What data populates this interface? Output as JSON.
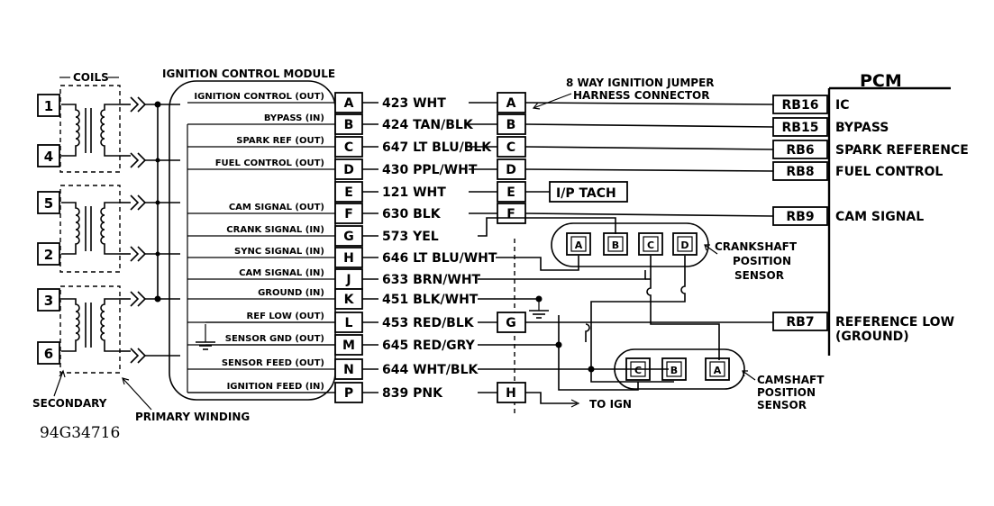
{
  "labels": {
    "coils": "COILS",
    "icm": "IGNITION CONTROL MODULE",
    "jumper_line1": "8 WAY IGNITION JUMPER",
    "jumper_line2": "HARNESS CONNECTOR",
    "pcm": "PCM",
    "secondary": "SECONDARY",
    "primary": "PRIMARY WINDING",
    "tach": "I/P TACH",
    "to_ign": "TO IGN",
    "crank_line1": "CRANKSHAFT",
    "crank_line2": "POSITION",
    "crank_line3": "SENSOR",
    "cam_line1": "CAMSHAFT",
    "cam_line2": "POSITION",
    "cam_line3": "SENSOR",
    "figure_id": "94G34716"
  },
  "coils": [
    "1",
    "4",
    "5",
    "2",
    "3",
    "6"
  ],
  "icm_pins": [
    {
      "pin": "A",
      "signal": "IGNITION CONTROL (OUT)",
      "wire": "423 WHT"
    },
    {
      "pin": "B",
      "signal": "BYPASS (IN)",
      "wire": "424 TAN/BLK"
    },
    {
      "pin": "C",
      "signal": "SPARK REF (OUT)",
      "wire": "647 LT BLU/BLK"
    },
    {
      "pin": "D",
      "signal": "FUEL CONTROL (OUT)",
      "wire": "430 PPL/WHT"
    },
    {
      "pin": "E",
      "signal": "",
      "wire": "121 WHT"
    },
    {
      "pin": "F",
      "signal": "CAM SIGNAL (OUT)",
      "wire": "630 BLK"
    },
    {
      "pin": "G",
      "signal": "CRANK SIGNAL (IN)",
      "wire": "573 YEL"
    },
    {
      "pin": "H",
      "signal": "SYNC SIGNAL (IN)",
      "wire": "646 LT BLU/WHT"
    },
    {
      "pin": "J",
      "signal": "CAM SIGNAL (IN)",
      "wire": "633 BRN/WHT"
    },
    {
      "pin": "K",
      "signal": "GROUND (IN)",
      "wire": "451 BLK/WHT"
    },
    {
      "pin": "L",
      "signal": "REF LOW (OUT)",
      "wire": "453 RED/BLK"
    },
    {
      "pin": "M",
      "signal": "SENSOR GND (OUT)",
      "wire": "645 RED/GRY"
    },
    {
      "pin": "N",
      "signal": "SENSOR FEED (OUT)",
      "wire": "644 WHT/BLK"
    },
    {
      "pin": "P",
      "signal": "IGNITION FEED (IN)",
      "wire": "839 PNK"
    }
  ],
  "jumper_pins": [
    "A",
    "B",
    "C",
    "D",
    "E",
    "F",
    "G",
    "H"
  ],
  "pcm_pins": [
    {
      "pin": "RB16",
      "label": "IC"
    },
    {
      "pin": "RB15",
      "label": "BYPASS"
    },
    {
      "pin": "RB6",
      "label": "SPARK REFERENCE"
    },
    {
      "pin": "RB8",
      "label": "FUEL CONTROL"
    },
    {
      "pin": "RB9",
      "label": "CAM SIGNAL"
    },
    {
      "pin": "RB7",
      "label": "REFERENCE LOW",
      "label2": "(GROUND)"
    }
  ],
  "crank_sensor_pins": [
    "A",
    "B",
    "C",
    "D"
  ],
  "cam_sensor_pins": [
    "C",
    "B",
    "A"
  ]
}
